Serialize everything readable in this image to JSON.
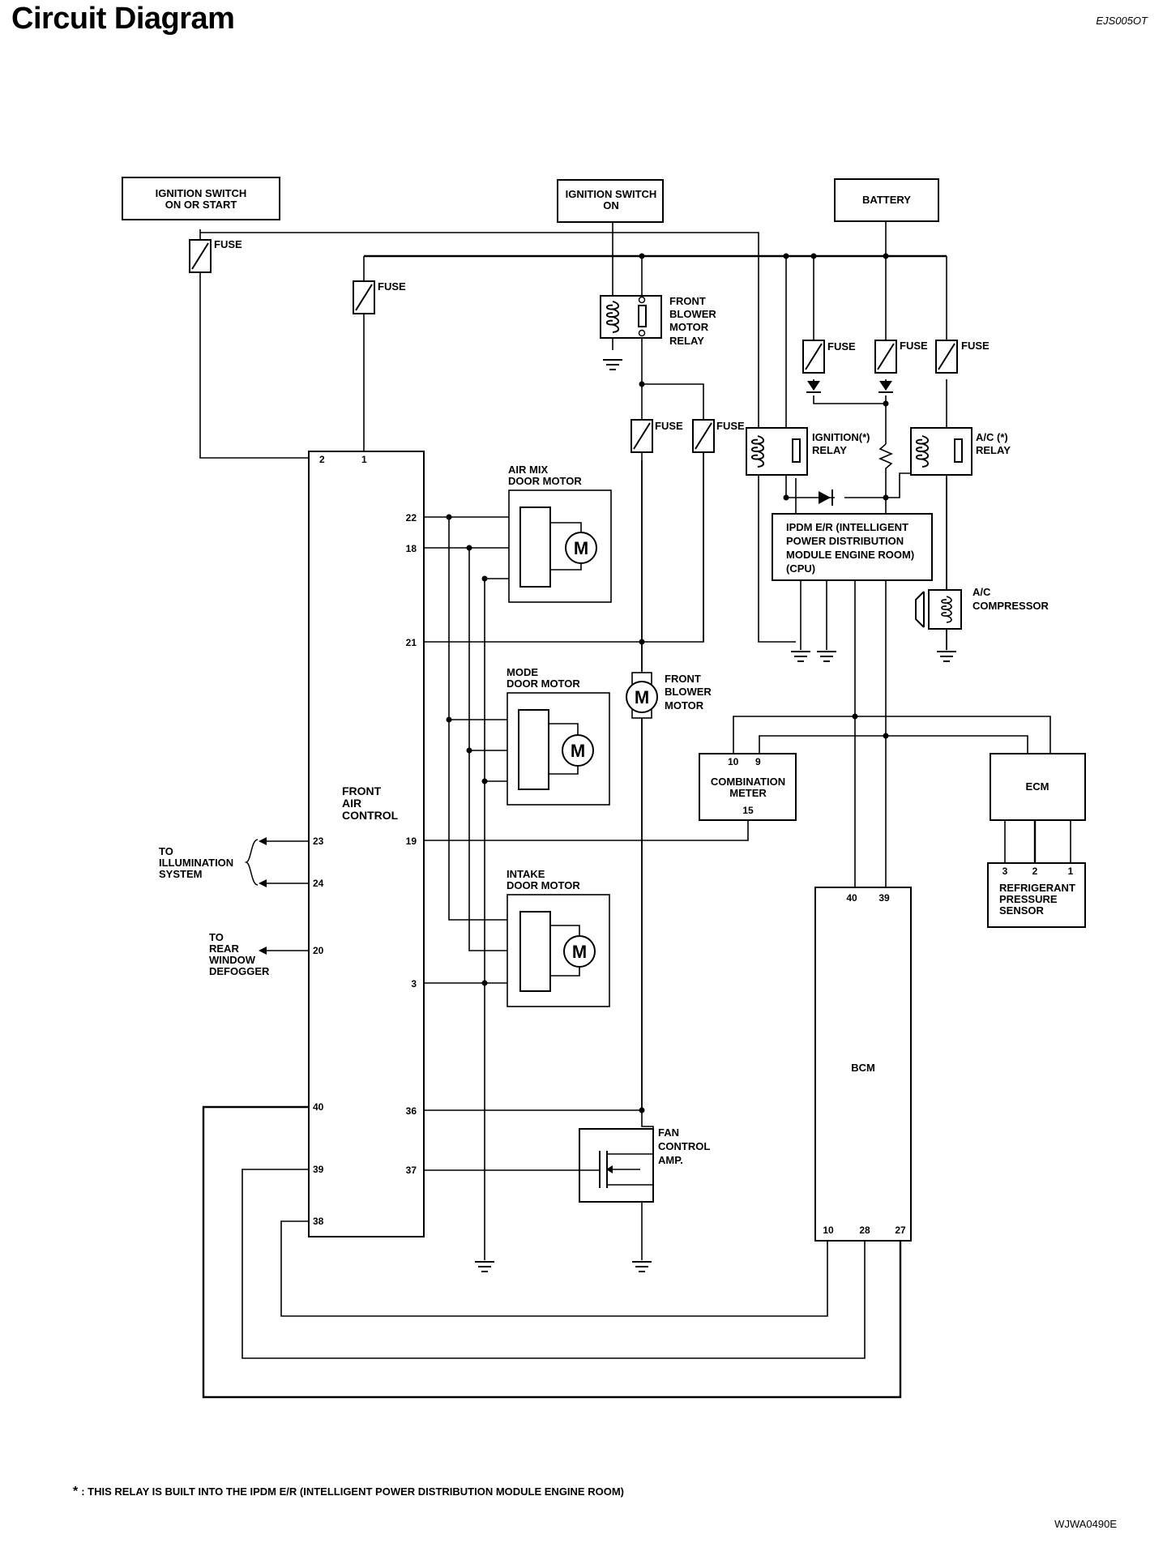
{
  "header": {
    "title": "Circuit Diagram",
    "doc_code": "EJS005OT"
  },
  "sources": {
    "ign_on_start": [
      "IGNITION SWITCH",
      "ON OR START"
    ],
    "ign_on": [
      "IGNITION SWITCH",
      "ON"
    ],
    "battery": "BATTERY"
  },
  "fuse_label": "FUSE",
  "relays": {
    "blower": [
      "FRONT",
      "BLOWER",
      "MOTOR",
      "RELAY"
    ],
    "ignition": [
      "IGNITION(*)",
      "RELAY"
    ],
    "ac": [
      "A/C (*)",
      "RELAY"
    ]
  },
  "ipdm": [
    "IPDM E/R (INTELLIGENT",
    "POWER DISTRIBUTION",
    "MODULE ENGINE ROOM)",
    "(CPU)"
  ],
  "compressor": [
    "A/C",
    "COMPRESSOR"
  ],
  "motors": {
    "air_mix": [
      "AIR MIX",
      "DOOR MOTOR"
    ],
    "mode": [
      "MODE",
      "DOOR MOTOR"
    ],
    "intake": [
      "INTAKE",
      "DOOR MOTOR"
    ],
    "blower": [
      "FRONT",
      "BLOWER",
      "MOTOR"
    ],
    "symbol": "M"
  },
  "front_air_control": {
    "label": [
      "FRONT",
      "AIR",
      "CONTROL"
    ],
    "pins_top": [
      "2",
      "1"
    ],
    "pins_right": [
      "22",
      "18",
      "21",
      "19",
      "3",
      "36",
      "37"
    ],
    "pins_left": [
      "23",
      "24",
      "20",
      "40",
      "39",
      "38"
    ]
  },
  "external": {
    "illumination": [
      "TO",
      "ILLUMINATION",
      "SYSTEM"
    ],
    "defogger": [
      "TO",
      "REAR",
      "WINDOW",
      "DEFOGGER"
    ]
  },
  "combination_meter": {
    "label": [
      "COMBINATION",
      "METER"
    ],
    "pins_top": [
      "10",
      "9"
    ],
    "pin_bottom": "15"
  },
  "ecm": "ECM",
  "refrigerant_sensor": {
    "label": [
      "REFRIGERANT",
      "PRESSURE",
      "SENSOR"
    ],
    "pins": [
      "3",
      "2",
      "1"
    ]
  },
  "bcm": {
    "label": "BCM",
    "pins_top": [
      "40",
      "39"
    ],
    "pins_bottom": [
      "10",
      "28",
      "27"
    ]
  },
  "fan_amp": [
    "FAN",
    "CONTROL",
    "AMP."
  ],
  "footnote": {
    "star": "*",
    "text": ": THIS RELAY IS BUILT INTO THE IPDM E/R (INTELLIGENT POWER DISTRIBUTION MODULE ENGINE ROOM)"
  },
  "figure_code": "WJWA0490E"
}
